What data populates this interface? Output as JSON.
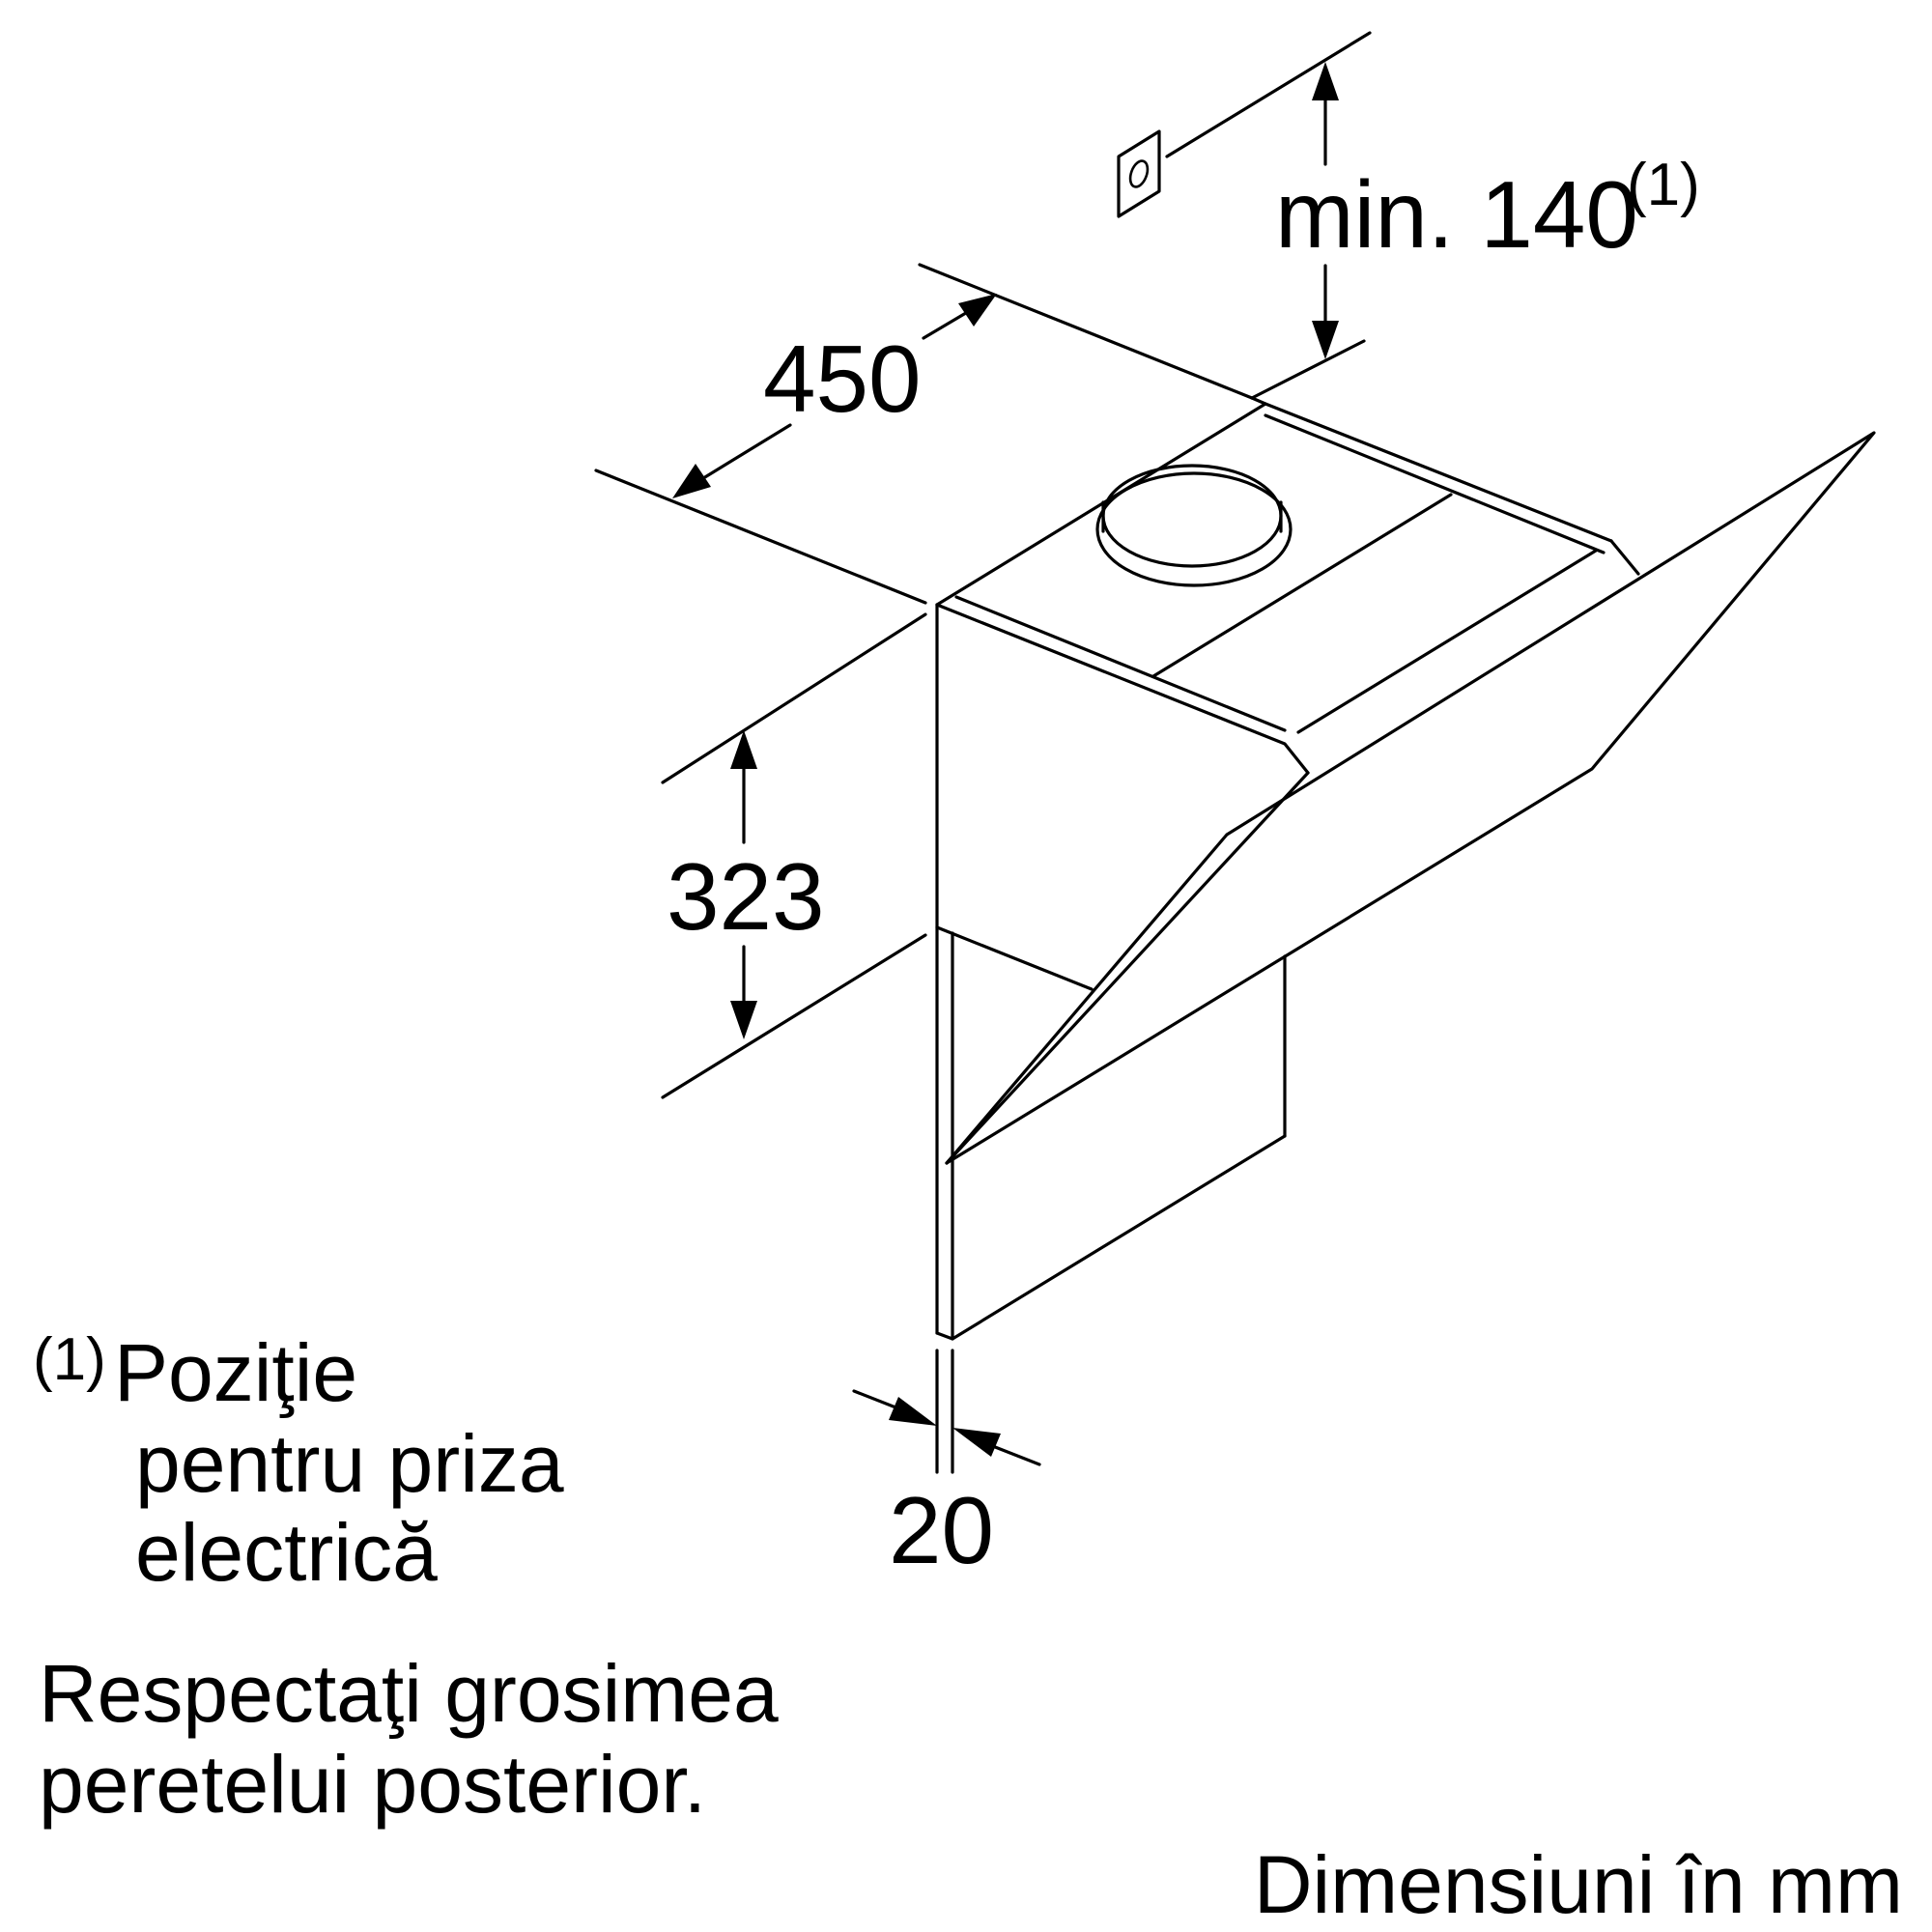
{
  "dimensions": {
    "height_top": "min. 140",
    "height_top_footnote": "(1)",
    "width": "450",
    "depth_body": "323",
    "wall_gap": "20"
  },
  "footnote": {
    "marker": "(1)",
    "line1": "Poziţie",
    "line2": "pentru priza",
    "line3": "electrică"
  },
  "note": {
    "line1": "Respectaţi grosimea",
    "line2": "peretelui posterior."
  },
  "units_label": "Dimensiuni în mm",
  "colors": {
    "line": "#000000",
    "background": "#ffffff"
  }
}
